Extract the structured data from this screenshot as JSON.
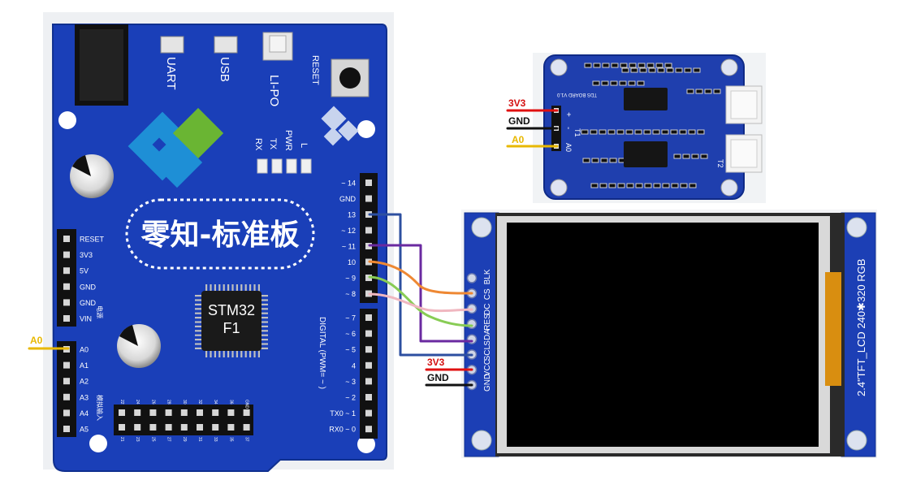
{
  "board": {
    "title": "零知-标准板",
    "chip_line1": "STM32",
    "chip_line2": "F1",
    "top_labels": [
      "UART",
      "USB",
      "LI-PO",
      "RESET"
    ],
    "leds": [
      "RX",
      "TX",
      "PWR",
      "L"
    ],
    "power_pins": [
      "RESET",
      "3V3",
      "5V",
      "GND",
      "GND",
      "VIN"
    ],
    "power_header_label": "电源",
    "analog_pins": [
      "A0",
      "A1",
      "A2",
      "A3",
      "A4",
      "A5"
    ],
    "analog_header_label": "模拟输入",
    "digital_pins": [
      "~ 14",
      "GND",
      "13",
      "~ 12",
      "~ 11",
      "10",
      "~ 9",
      "~ 8",
      "~ 7",
      "~ 6",
      "~ 5",
      "4",
      "~ 3",
      "~ 2",
      "TX0 ~ 1",
      "RX0 ~ 0"
    ],
    "digital_label": "DIGITAL (PWM= ~ )",
    "bottom_header_top": [
      "22",
      "24",
      "26",
      "28",
      "30",
      "32",
      "34",
      "36",
      "GND"
    ],
    "bottom_header_bottom": [
      "21",
      "23",
      "25",
      "27",
      "29",
      "31",
      "33",
      "35",
      "37"
    ]
  },
  "sensor": {
    "board_name": "TDS BOARD V1.0",
    "pin_labels": [
      "+",
      "-",
      "A0"
    ],
    "side_labels": [
      "T1",
      "T2"
    ]
  },
  "wire_labels": {
    "sensor_3v3": "3V3",
    "sensor_gnd": "GND",
    "sensor_a0": "A0",
    "board_a0": "A0",
    "lcd_3v3": "3V3",
    "lcd_gnd": "GND"
  },
  "lcd": {
    "pins": [
      "GND",
      "VCC",
      "SCL",
      "SDA",
      "RES",
      "DC",
      "CS",
      "BLK"
    ],
    "model": "2.4\"TFT_LCD 240✱320 RGB"
  },
  "colors": {
    "pcb": "#1a3fb8",
    "wire_13": "#2d4fa0",
    "wire_11": "#6a2aa0",
    "wire_10": "#ee8833",
    "wire_9": "#88cc55",
    "wire_8": "#f0b7c0",
    "vcc_red": "#e01010",
    "gnd_black": "#111111",
    "signal_gold": "#e8b800"
  }
}
